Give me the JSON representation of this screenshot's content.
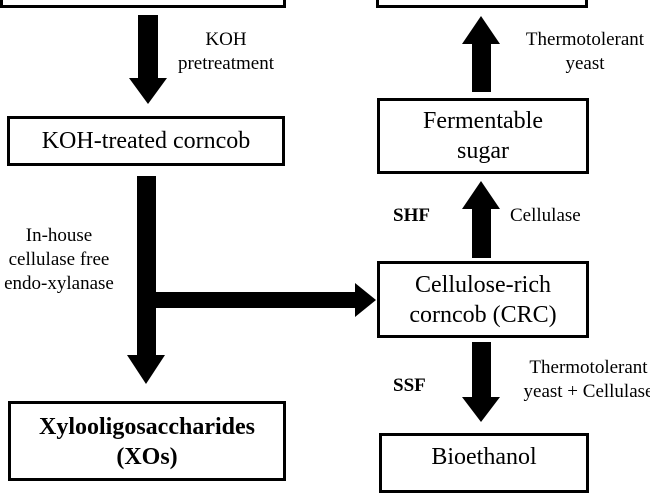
{
  "nodes": {
    "koh_treated": "KOH-treated corncob",
    "fermentable_sugar_line1": "Fermentable",
    "fermentable_sugar_line2": "sugar",
    "crc_line1": "Cellulose-rich",
    "crc_line2": "corncob (CRC)",
    "xos_line1": "Xylooligosaccharides",
    "xos_line2": "(XOs)",
    "bottom_right_partial": "Bioethanol"
  },
  "labels": {
    "koh_line1": "KOH",
    "koh_line2": "pretreatment",
    "enzyme_line1": "In-house",
    "enzyme_line2": "cellulase free",
    "enzyme_line3": "endo-xylanase",
    "yeast_top_line1": "Thermotolerant",
    "yeast_top_line2": "yeast",
    "shf": "SHF",
    "cellulase": "Cellulase",
    "ssf": "SSF",
    "yeast_cellulase_line1": "Thermotolerant",
    "yeast_cellulase_line2": "yeast + Cellulase"
  }
}
